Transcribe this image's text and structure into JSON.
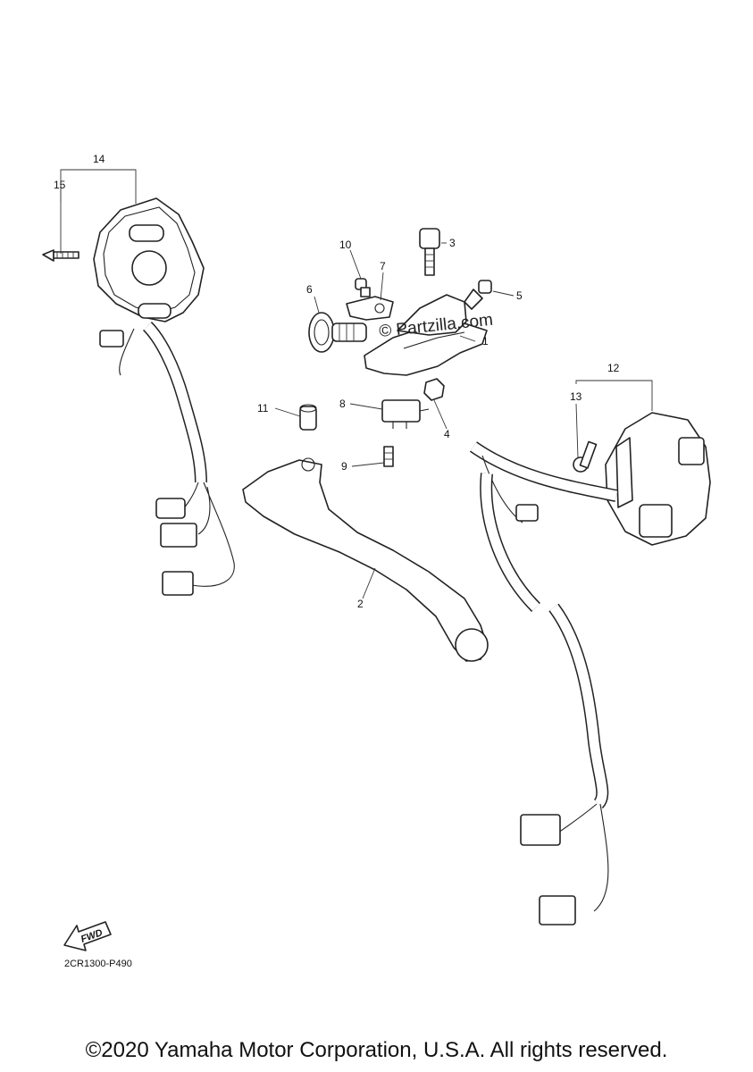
{
  "callouts": [
    {
      "id": "14",
      "label": "14"
    },
    {
      "id": "15",
      "label": "15"
    },
    {
      "id": "10",
      "label": "10"
    },
    {
      "id": "7",
      "label": "7"
    },
    {
      "id": "3",
      "label": "3"
    },
    {
      "id": "6",
      "label": "6"
    },
    {
      "id": "5",
      "label": "5"
    },
    {
      "id": "1",
      "label": "1"
    },
    {
      "id": "12",
      "label": "12"
    },
    {
      "id": "13",
      "label": "13"
    },
    {
      "id": "11",
      "label": "11"
    },
    {
      "id": "8",
      "label": "8"
    },
    {
      "id": "4",
      "label": "4"
    },
    {
      "id": "9",
      "label": "9"
    },
    {
      "id": "2",
      "label": "2"
    }
  ],
  "watermark": "© Partzilla.com",
  "fwd_label": "FWD",
  "diagram_code": "2CR1300-P490",
  "copyright": "©2020 Yamaha Motor Corporation, U.S.A. All rights reserved."
}
